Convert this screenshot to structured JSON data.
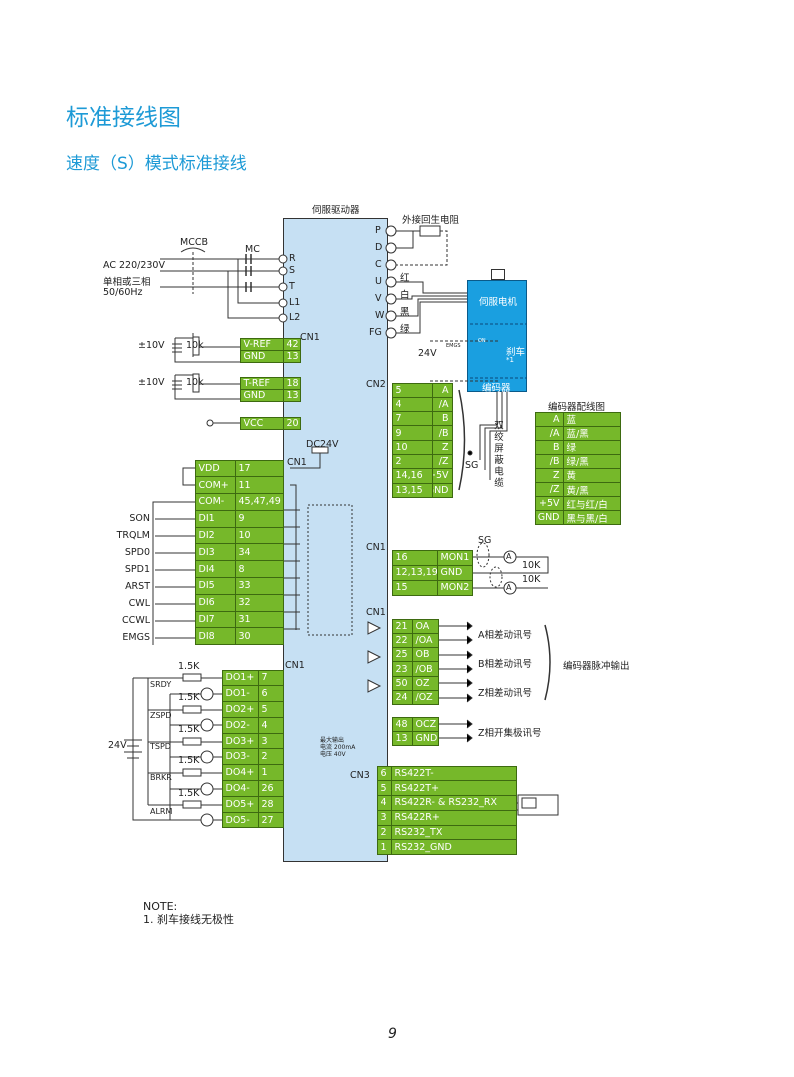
{
  "title": "标准接线图",
  "subtitle": "速度（S）模式标准接线",
  "driver": {
    "label": "伺服驱动器",
    "regen_resistor": "外接回生电阻",
    "power_terminals": [
      "R",
      "S",
      "T",
      "L1",
      "L2"
    ],
    "motor_terminals": [
      "P",
      "D",
      "C",
      "U",
      "V",
      "W",
      "FG"
    ],
    "wire_colors": [
      "红",
      "白",
      "黑",
      "绿"
    ],
    "connectors": {
      "cn1_a": "CN1",
      "cn2": "CN2",
      "cn1_b": "CN1",
      "cn1_c": "CN1",
      "cn1_d": "CN1",
      "cn1_e": "CN1",
      "cn3": "CN3"
    },
    "dc24v": "DC24V",
    "max_output_note": [
      "最大输出",
      "电流 200mA",
      "电压 40V"
    ]
  },
  "power": {
    "supply": [
      "AC 220/230V",
      "单相或三相",
      "50/60Hz"
    ],
    "mccb": "MCCB",
    "mc": "MC"
  },
  "analog": {
    "voltage": "±10V",
    "pot": "10k"
  },
  "motor": {
    "label": "伺服电机",
    "brake": "刹车",
    "brake_note": "*1",
    "encoder": "编码器",
    "brake_supply": "24V",
    "emgs": "EMGS",
    "on": "ON",
    "color": "#1a9fe0"
  },
  "cable": {
    "sg": "SG",
    "label": "双绞屏蔽电缆"
  },
  "encoder_wiring": {
    "title": "编码器配线图",
    "rows": [
      [
        "A",
        "蓝"
      ],
      [
        "/A",
        "蓝/黑"
      ],
      [
        "B",
        "绿"
      ],
      [
        "/B",
        "绿/黑"
      ],
      [
        "Z",
        "黄"
      ],
      [
        "/Z",
        "黄/黑"
      ],
      [
        "+5V",
        "红与红/白"
      ],
      [
        "GND",
        "黑与黑/白"
      ]
    ]
  },
  "tables": {
    "vref": [
      [
        "V-REF",
        "42"
      ],
      [
        "GND",
        "13"
      ]
    ],
    "tref": [
      [
        "T-REF",
        "18"
      ],
      [
        "GND",
        "13"
      ]
    ],
    "vcc": [
      [
        "VCC",
        "20"
      ]
    ],
    "cn2": [
      [
        "5",
        "A"
      ],
      [
        "4",
        "/A"
      ],
      [
        "7",
        "B"
      ],
      [
        "9",
        "/B"
      ],
      [
        "10",
        "Z"
      ],
      [
        "2",
        "/Z"
      ],
      [
        "14,16",
        "+5V"
      ],
      [
        "13,15",
        "GND"
      ]
    ],
    "di": [
      [
        "VDD",
        "17"
      ],
      [
        "COM+",
        "11"
      ],
      [
        "COM-",
        "45,47,49"
      ],
      [
        "DI1",
        "9"
      ],
      [
        "DI2",
        "10"
      ],
      [
        "DI3",
        "34"
      ],
      [
        "DI4",
        "8"
      ],
      [
        "DI5",
        "33"
      ],
      [
        "DI6",
        "32"
      ],
      [
        "DI7",
        "31"
      ],
      [
        "DI8",
        "30"
      ]
    ],
    "mon": [
      [
        "16",
        "MON1"
      ],
      [
        "12,13,19",
        "GND"
      ],
      [
        "15",
        "MON2"
      ]
    ],
    "pulse": [
      [
        "21",
        "OA"
      ],
      [
        "22",
        "/OA"
      ],
      [
        "25",
        "OB"
      ],
      [
        "23",
        "/OB"
      ],
      [
        "50",
        "OZ"
      ],
      [
        "24",
        "/OZ"
      ]
    ],
    "ocz": [
      [
        "48",
        "OCZ"
      ],
      [
        "13",
        "GND"
      ]
    ],
    "do": [
      [
        "DO1+",
        "7"
      ],
      [
        "DO1-",
        "6"
      ],
      [
        "DO2+",
        "5"
      ],
      [
        "DO2-",
        "4"
      ],
      [
        "DO3+",
        "3"
      ],
      [
        "DO3-",
        "2"
      ],
      [
        "DO4+",
        "1"
      ],
      [
        "DO4-",
        "26"
      ],
      [
        "DO5+",
        "28"
      ],
      [
        "DO5-",
        "27"
      ]
    ],
    "cn3": [
      [
        "6",
        "RS422T-"
      ],
      [
        "5",
        "RS422T+"
      ],
      [
        "4",
        "RS422R- & RS232_RX"
      ],
      [
        "3",
        "RS422R+"
      ],
      [
        "2",
        "RS232_TX"
      ],
      [
        "1",
        "RS232_GND"
      ]
    ]
  },
  "di_signals": [
    "SON",
    "TRQLM",
    "SPD0",
    "SPD1",
    "ARST",
    "CWL",
    "CCWL",
    "EMGS"
  ],
  "do_signals": [
    "SRDY",
    "ZSPD",
    "TSPD",
    "BRKR",
    "ALRM"
  ],
  "do_resistor": "1.5K",
  "do_supply": "24V",
  "monitor": {
    "sg": "SG",
    "pot": "10K",
    "meter": "A"
  },
  "pulse_labels": [
    "A相差动讯号",
    "B相差动讯号",
    "Z相差动讯号"
  ],
  "pulse_group": "编码器脉冲输出",
  "ocz_label": "Z相开集极讯号",
  "note": {
    "heading": "NOTE:",
    "items": [
      "1. 刹车接线无极性"
    ]
  },
  "page_number": "9",
  "colors": {
    "accent": "#1d9ad6",
    "terminal_green": "#76b82a",
    "driver_fill": "#c6e0f3"
  }
}
